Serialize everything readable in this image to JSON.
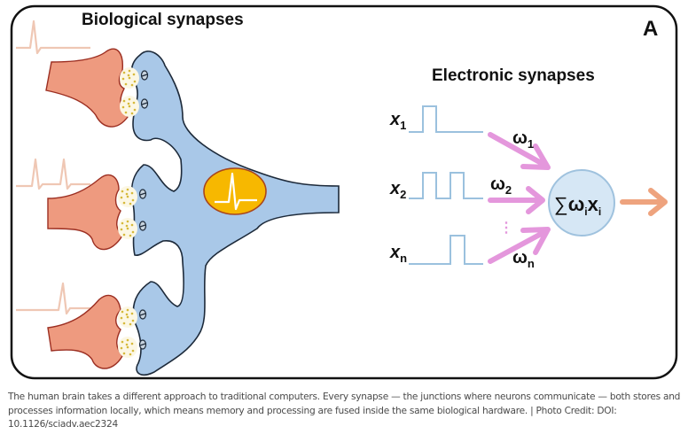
{
  "figure": {
    "panel_label": "A",
    "left_title": "Biological synapses",
    "right_title": "Electronic synapses",
    "inputs": [
      {
        "var": "x",
        "sub": "1",
        "weight": "ω",
        "weight_sub": "1"
      },
      {
        "var": "x",
        "sub": "2",
        "weight": "ω",
        "weight_sub": "2"
      },
      {
        "var": "x",
        "sub": "n",
        "weight": "ω",
        "weight_sub": "n"
      }
    ],
    "ellipsis": "⋮",
    "neuron": {
      "sum_symbol": "∑",
      "w": "ω",
      "w_sub": "i",
      "x": "x",
      "x_sub": "i"
    },
    "colors": {
      "frame": "#111111",
      "dendrite": "#a9c8e8",
      "outline": "#1d2a3a",
      "axon_terminal": "#ee9a7f",
      "axon_outline": "#9c2f22",
      "vesicle": "#d6b93a",
      "soma": "#f7b800",
      "soma_outline": "#a8461d",
      "spike": "#efc7b4",
      "pulse": "#9bc1de",
      "weight_arrow": "#e497dc",
      "node_fill": "#d6e7f5",
      "node_outline": "#9fc2de",
      "output_arrow": "#eea37e"
    }
  },
  "caption": {
    "text": "The human brain takes a different approach to traditional computers. Every synapse — the junctions where neurons communicate — both stores and processes information locally, which means memory and processing are fused inside the same biological hardware. | Photo Credit: DOI: 10.1126/sciadv.aec2324"
  }
}
